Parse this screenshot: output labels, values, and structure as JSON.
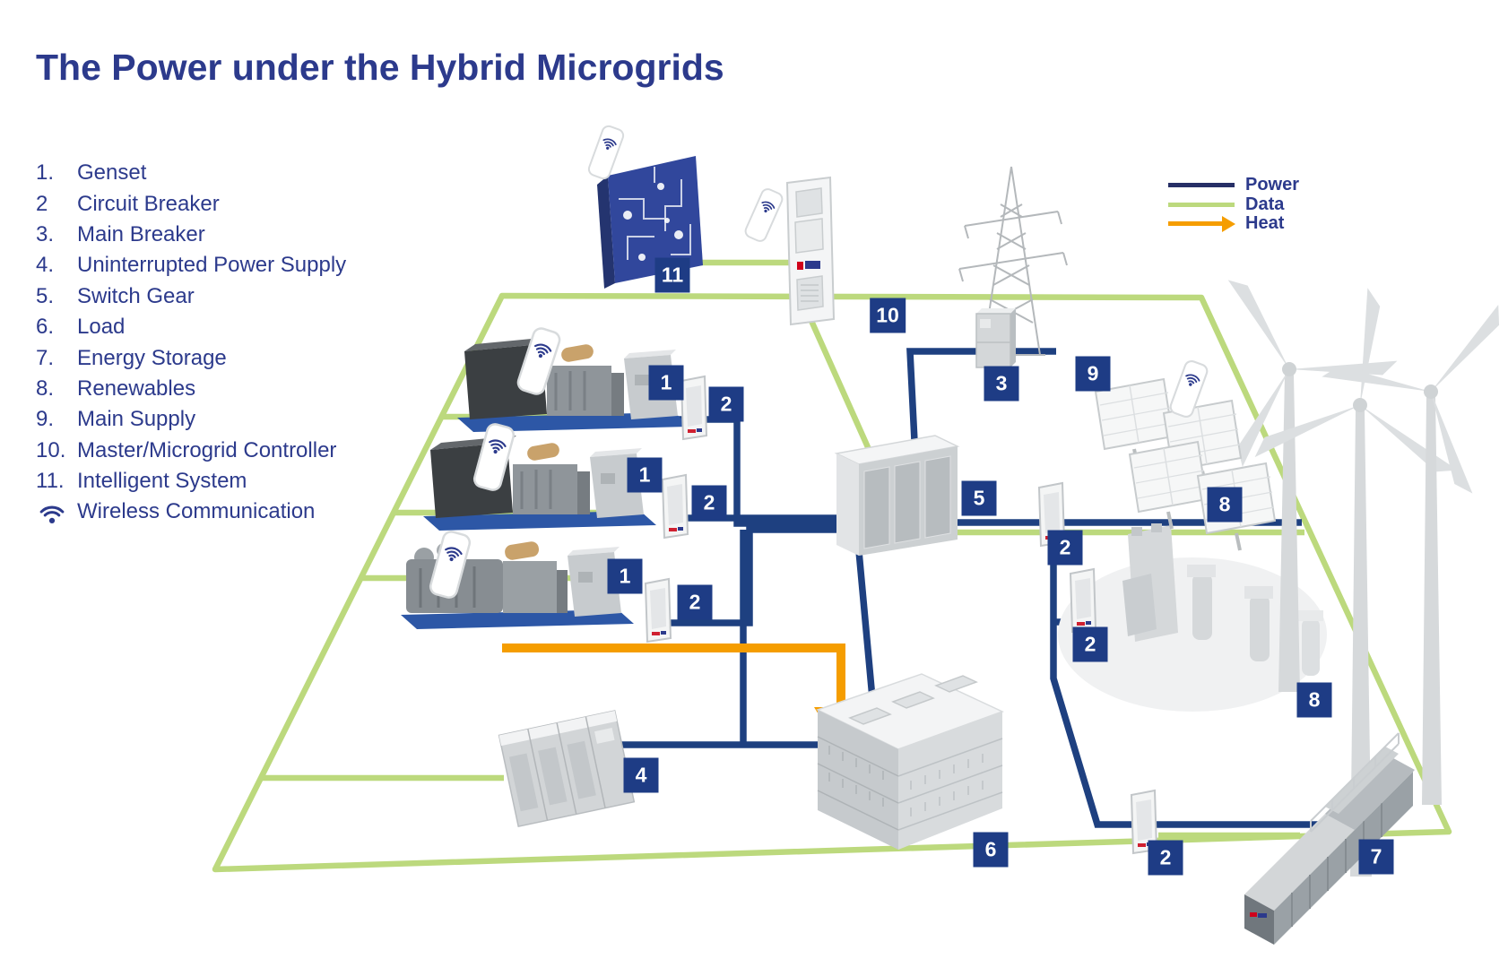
{
  "title": "The Power under the Hybrid Microgrids",
  "component_list": {
    "items": [
      {
        "num": "1.",
        "label": "Genset"
      },
      {
        "num": "2",
        "label": "Circuit Breaker"
      },
      {
        "num": "3.",
        "label": "Main Breaker"
      },
      {
        "num": "4.",
        "label": "Uninterrupted Power Supply"
      },
      {
        "num": "5.",
        "label": "Switch Gear"
      },
      {
        "num": "6.",
        "label": "Load"
      },
      {
        "num": "7.",
        "label": "Energy Storage"
      },
      {
        "num": "8.",
        "label": "Renewables"
      },
      {
        "num": "9.",
        "label": "Main Supply"
      },
      {
        "num": "10.",
        "label": "Master/Microgrid Controller"
      },
      {
        "num": "11.",
        "label": "Intelligent System"
      }
    ],
    "wireless_label": "Wireless Communication"
  },
  "legend": {
    "items": [
      {
        "label": "Power",
        "type": "line",
        "color": "#272f66"
      },
      {
        "label": "Data",
        "type": "line",
        "color": "#bcd97d"
      },
      {
        "label": "Heat",
        "type": "arrow",
        "color": "#f59d00"
      }
    ]
  },
  "colors": {
    "text_navy": "#2c3a8c",
    "badge_navy": "#1e3c85",
    "power_line": "#1e4080",
    "data_line": "#bcd97d",
    "heat_line": "#f59d00"
  },
  "icons": {
    "wireless": "wifi-icon"
  },
  "diagram": {
    "equipment": [
      "genset",
      "circuit-breaker-panel",
      "main-breaker-cabinet",
      "ups-cabinets",
      "switch-gear",
      "load-building",
      "energy-storage-container",
      "solar-panels",
      "wind-turbines",
      "hydro-dam",
      "transmission-tower",
      "microgrid-controller",
      "intelligent-system-cube",
      "wireless-antenna"
    ],
    "badges": [
      {
        "label": "1"
      },
      {
        "label": "2"
      },
      {
        "label": "1"
      },
      {
        "label": "2"
      },
      {
        "label": "1"
      },
      {
        "label": "2"
      },
      {
        "label": "3"
      },
      {
        "label": "4"
      },
      {
        "label": "5"
      },
      {
        "label": "6"
      },
      {
        "label": "7"
      },
      {
        "label": "8"
      },
      {
        "label": "8"
      },
      {
        "label": "9"
      },
      {
        "label": "10"
      },
      {
        "label": "11"
      },
      {
        "label": "2"
      },
      {
        "label": "2"
      },
      {
        "label": "2"
      }
    ]
  }
}
